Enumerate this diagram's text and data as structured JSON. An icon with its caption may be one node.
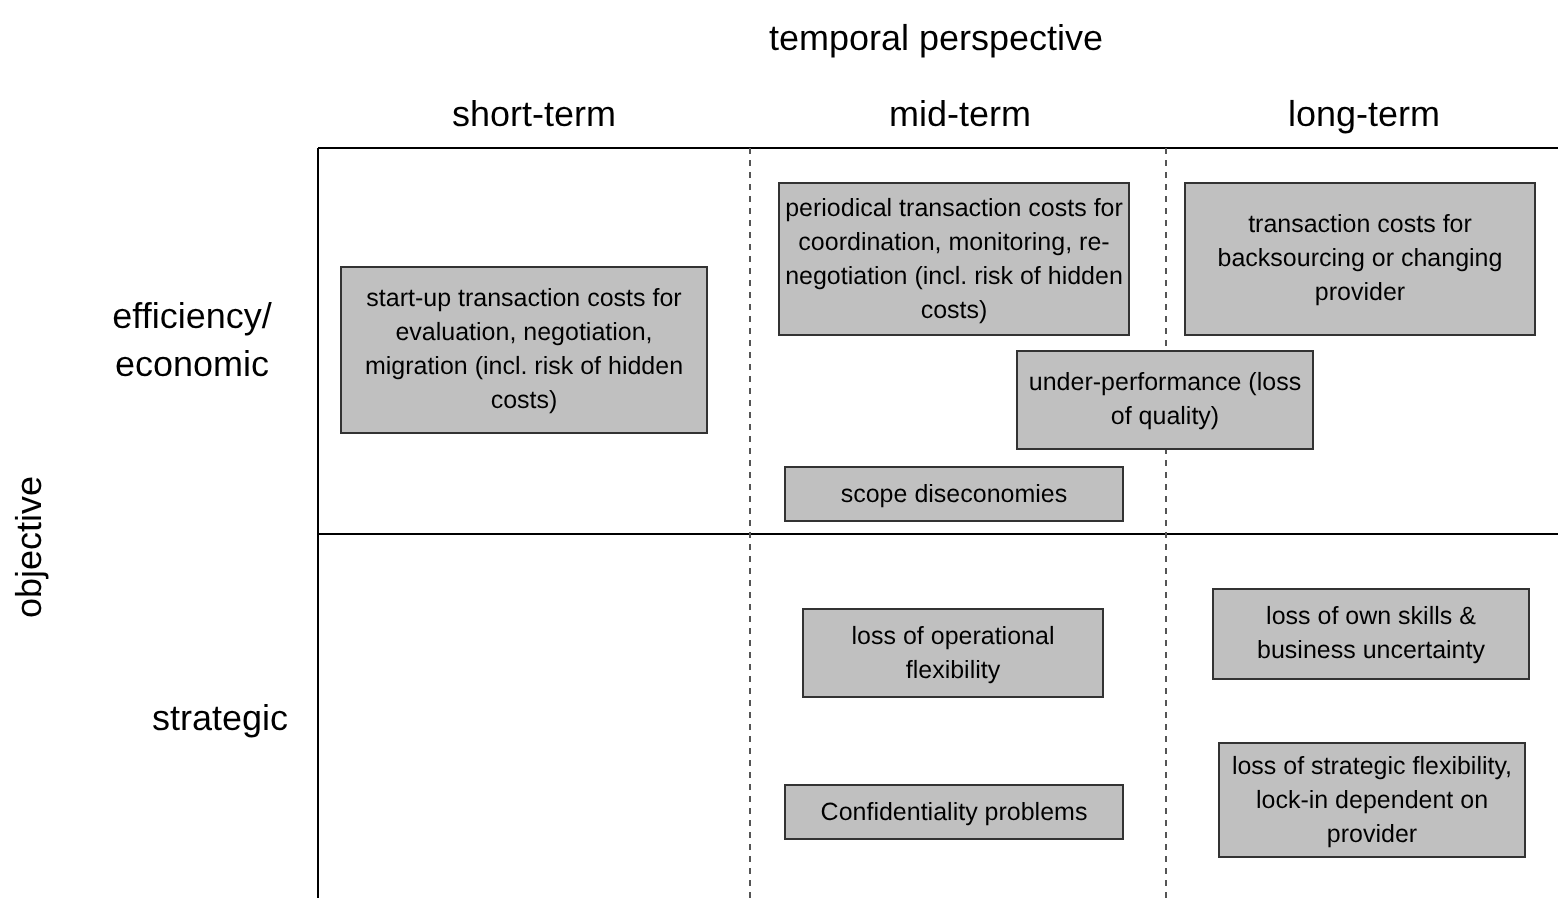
{
  "diagram": {
    "nodes": [
      {
        "text": [
          "start-up transaction costs for evaluation, negotiation, migration (incl. risk of hidden costs)"
        ]
      },
      {
        "text": [
          "periodical transaction costs for coordination, monitoring, re-negotiation (incl. risk of hidden costs)"
        ]
      },
      {
        "text": [
          "transaction costs for backsourcing or changing provider"
        ]
      },
      {
        "text": [
          "under-performance (loss of quality)"
        ]
      },
      {
        "text": [
          "scope diseconomies"
        ]
      },
      {
        "text": [
          "loss of operational flexibility"
        ]
      },
      {
        "text": [
          "loss of own skills & business uncertainty"
        ]
      },
      {
        "text": [
          "Confidentiality problems"
        ]
      },
      {
        "text": [
          "loss of strategic flexibility, lock-in dependent on provider"
        ]
      }
    ],
    "labels": [
      "temporal perspective",
      "short-term",
      "mid-term",
      "long-term",
      "efficiency/ economic",
      "objective",
      "strategic"
    ]
  }
}
